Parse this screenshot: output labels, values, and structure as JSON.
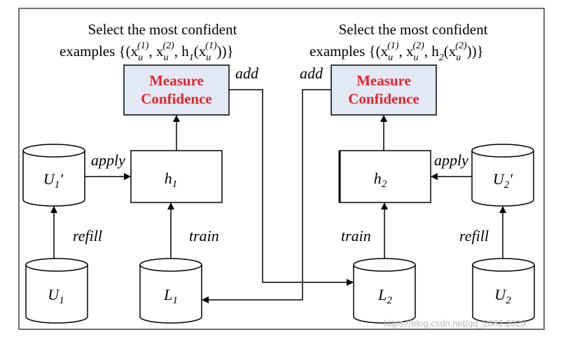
{
  "left": {
    "caption": {
      "line1": "Select the most confident",
      "line2_prefix": "examples {(x",
      "u1_sub": "u",
      "u1_sup": "(1)",
      "sep1": ", x",
      "u2_sub": "u",
      "u2_sup": "(2)",
      "sep2": ", h",
      "h_sub": "1",
      "paren": "(x",
      "u3_sub": "u",
      "u3_sup": "(1)",
      "tail": "))}"
    },
    "measure_line1": "Measure",
    "measure_line2": "Confidence",
    "classifier_letter": "h",
    "classifier_sub": "1",
    "pool_letter": "U",
    "pool_sub": "1",
    "pool_prime": "′",
    "unlabeled_letter": "U",
    "unlabeled_sub": "1",
    "labeled_letter": "L",
    "labeled_sub": "1",
    "apply_label": "apply",
    "refill_label": "refill",
    "train_label": "train",
    "add_label": "add"
  },
  "right": {
    "caption": {
      "line1": "Select the most confident",
      "line2_prefix": "examples {(x",
      "u1_sub": "u",
      "u1_sup": "(1)",
      "sep1": ", x",
      "u2_sub": "u",
      "u2_sup": "(2)",
      "sep2": ", h",
      "h_sub": "2",
      "paren": "(x",
      "u3_sub": "u",
      "u3_sup": "(2)",
      "tail": "))}"
    },
    "measure_line1": "Measure",
    "measure_line2": "Confidence",
    "classifier_letter": "h",
    "classifier_sub": "2",
    "pool_letter": "U",
    "pool_sub": "2",
    "pool_prime": "′",
    "unlabeled_letter": "U",
    "unlabeled_sub": "2",
    "labeled_letter": "L",
    "labeled_sub": "2",
    "apply_label": "apply",
    "refill_label": "refill",
    "train_label": "train",
    "add_label": "add"
  },
  "watermark": "https://blog.csdn.net/qq_2882.2029",
  "colors": {
    "measure_fill": "#e3e9f4",
    "measure_text": "#e8232a",
    "stroke": "#000000",
    "frame": "#404040"
  }
}
